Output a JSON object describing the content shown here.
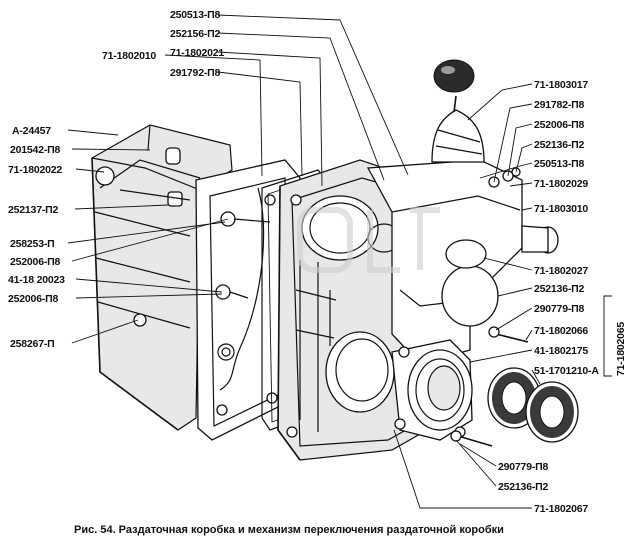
{
  "caption": "Рис. 54. Раздаточная коробка и механизм переключения раздаточной коробки",
  "labels": {
    "top": [
      "250513-П8",
      "252156-П2",
      "71-1802021",
      "291792-П8",
      "71-1802010"
    ],
    "left": [
      "А-24457",
      "201542-П8",
      "71-1802022",
      "252137-П2",
      "258253-П",
      "252006-П8",
      "41-18 20023",
      "252006-П8",
      "258267-П"
    ],
    "right": [
      "71-1803017",
      "291782-П8",
      "252006-П8",
      "252136-П2",
      "250513-П8",
      "71-1802029",
      "71-1803010",
      "71-1802027",
      "252136-П2",
      "290779-П8",
      "71-1802066",
      "41-1802175",
      "51-1701210-А"
    ],
    "right_vertical": "71-1802065",
    "bottom": [
      "290779-П8",
      "252136-П2",
      "71-1802067"
    ]
  }
}
